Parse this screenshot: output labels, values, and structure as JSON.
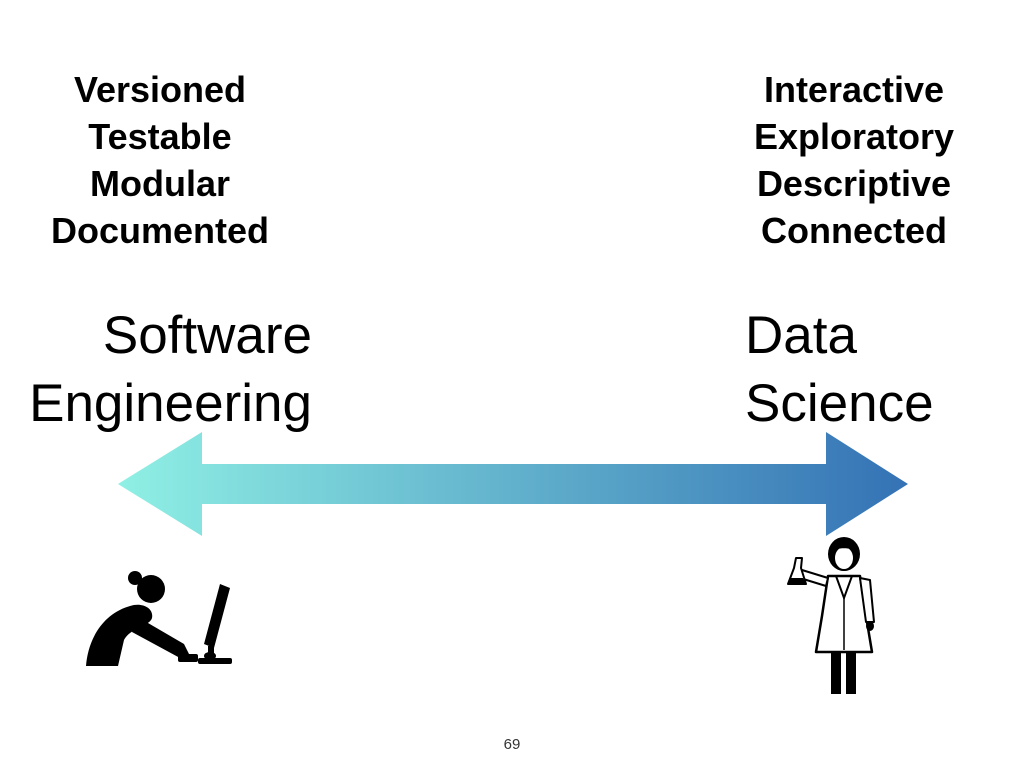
{
  "left_attributes": [
    "Versioned",
    "Testable",
    "Modular",
    "Documented"
  ],
  "right_attributes": [
    "Interactive",
    "Exploratory",
    "Descriptive",
    "Connected"
  ],
  "left_heading": {
    "line1": "Software",
    "line2": "Engineering"
  },
  "right_heading": {
    "line1": "Data",
    "line2": "Science"
  },
  "arrow": {
    "gradient_start": "#8ff0e4",
    "gradient_end": "#3472b5"
  },
  "icons": {
    "left_figure": "person-at-computer-icon",
    "right_figure": "scientist-with-flask-icon"
  },
  "page_number": "69"
}
